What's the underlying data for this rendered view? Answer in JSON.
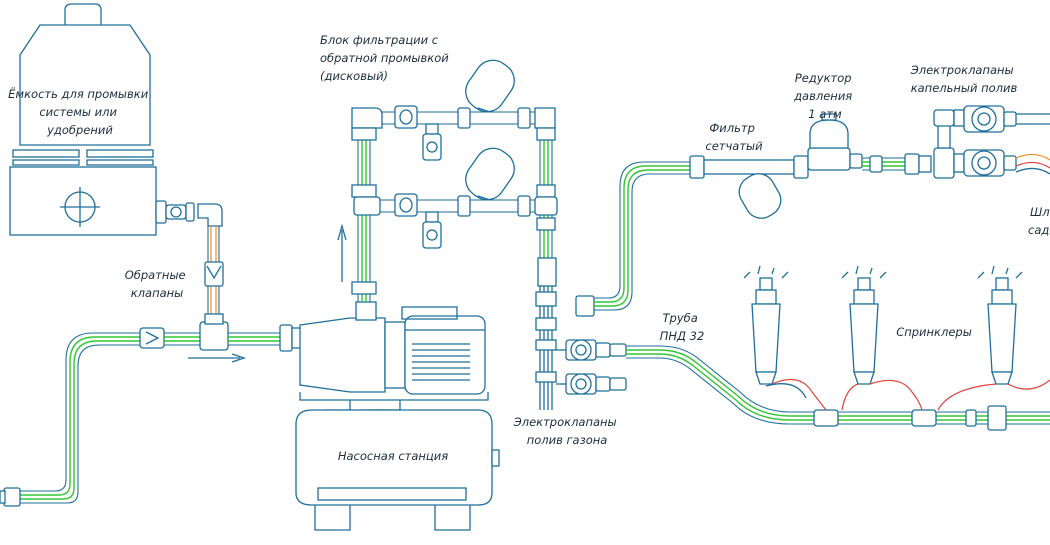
{
  "labels": {
    "tank": [
      "Ёмкость для промывки",
      "системы или",
      "удобрений"
    ],
    "check_valves": [
      "Обратные",
      "клапаны"
    ],
    "filter_block": [
      "Блок фильтрации с",
      "обратной промывкой",
      "(дисковый)"
    ],
    "pump_station": "Насосная станция",
    "lawn_valves": [
      "Электроклапаны",
      "полив газона"
    ],
    "pipe": [
      "Труба",
      "ПНД 32"
    ],
    "mesh_filter": [
      "Фильтр",
      "сетчатый"
    ],
    "pressure_reducer": [
      "Редуктор",
      "давления",
      "1 атм"
    ],
    "drip_valves": [
      "Электроклапаны",
      "капельный полив"
    ],
    "sprinklers": "Спринклеры",
    "hose_partial": [
      "Шл",
      "сад"
    ]
  },
  "colors": {
    "outline": "#1f6f9a",
    "pipe_green": "#34c534",
    "hose_red": "#e0443c",
    "hose_orange": "#f08a1a"
  }
}
